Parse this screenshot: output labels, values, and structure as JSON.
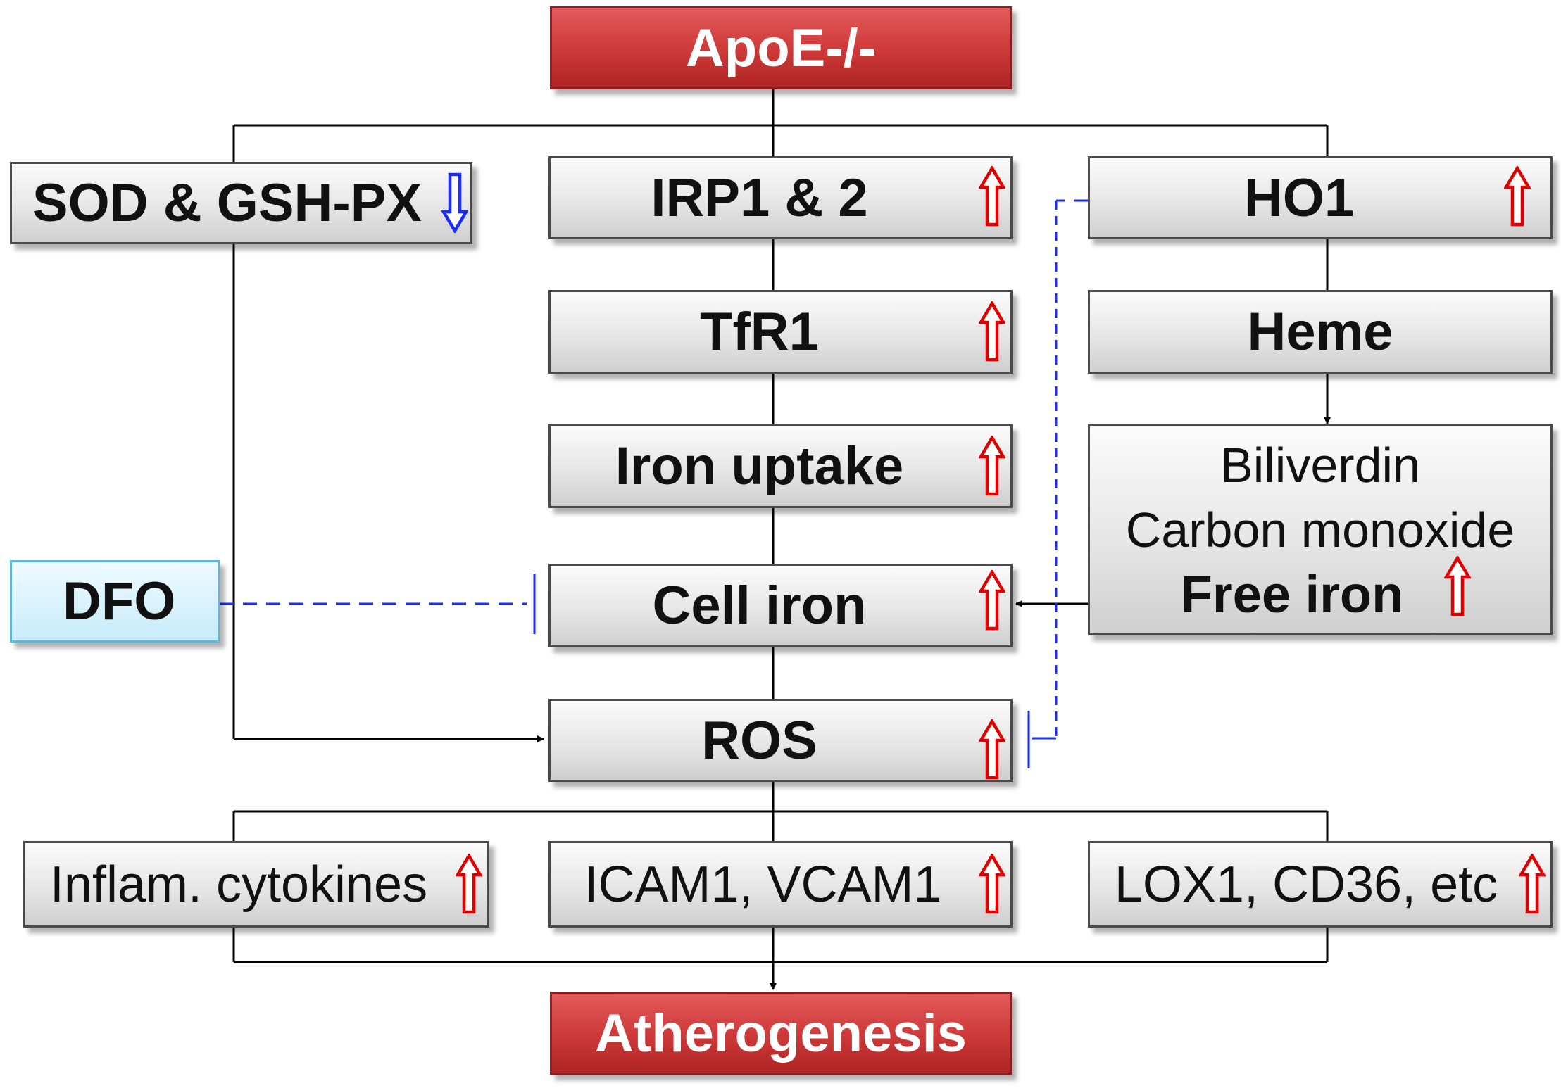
{
  "top": {
    "label": "ApoE-/-"
  },
  "bottom": {
    "label": "Atherogenesis"
  },
  "left": {
    "sod_label": "SOD & GSH-PX",
    "dfo_label": "DFO"
  },
  "center": {
    "irp_label": "IRP1 & 2",
    "tfr1_label": "TfR1",
    "uptake_label": "Iron uptake",
    "cell_iron_label": "Cell iron",
    "ros_label": "ROS"
  },
  "right": {
    "ho1_label": "HO1",
    "heme_label": "Heme",
    "products": {
      "line1": "Biliverdin",
      "line2": "Carbon monoxide",
      "line3": "Free iron"
    }
  },
  "outcomes": {
    "inflam_label": "Inflam. cytokines",
    "icam_label": "ICAM1, VCAM1",
    "lox_label": "LOX1, CD36, etc"
  },
  "colors": {
    "increase_arrow": "#e00000",
    "decrease_arrow": "#1a2cff",
    "inhibition_line": "#1a2cff",
    "connector": "#000000",
    "terminal_box": "#cf3b3b",
    "drug_box": "#c8ecfb"
  },
  "icons": {
    "increase": "hollow-up-arrow-icon",
    "decrease": "hollow-down-arrow-icon"
  }
}
